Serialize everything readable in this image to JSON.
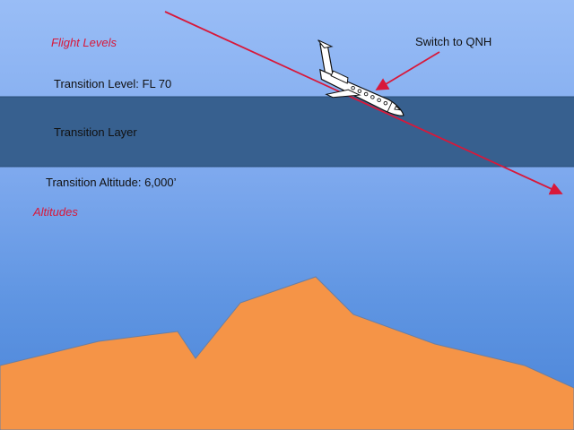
{
  "labels": {
    "flight_levels": "Flight Levels",
    "transition_level": "Transition Level: FL 70",
    "transition_layer": "Transition Layer",
    "transition_altitude": "Transition Altitude: 6,000’",
    "altitudes": "Altitudes",
    "switch_qnh": "Switch to QNH"
  },
  "colors": {
    "sky_top": "#99bdf6",
    "sky_bottom": "#4a84d8",
    "transition_layer": "#37608f",
    "terrain": "#f59447",
    "arrow": "#d8183a",
    "italic_label": "#d8183a"
  },
  "icons": {
    "aircraft": "business-jet-icon"
  }
}
